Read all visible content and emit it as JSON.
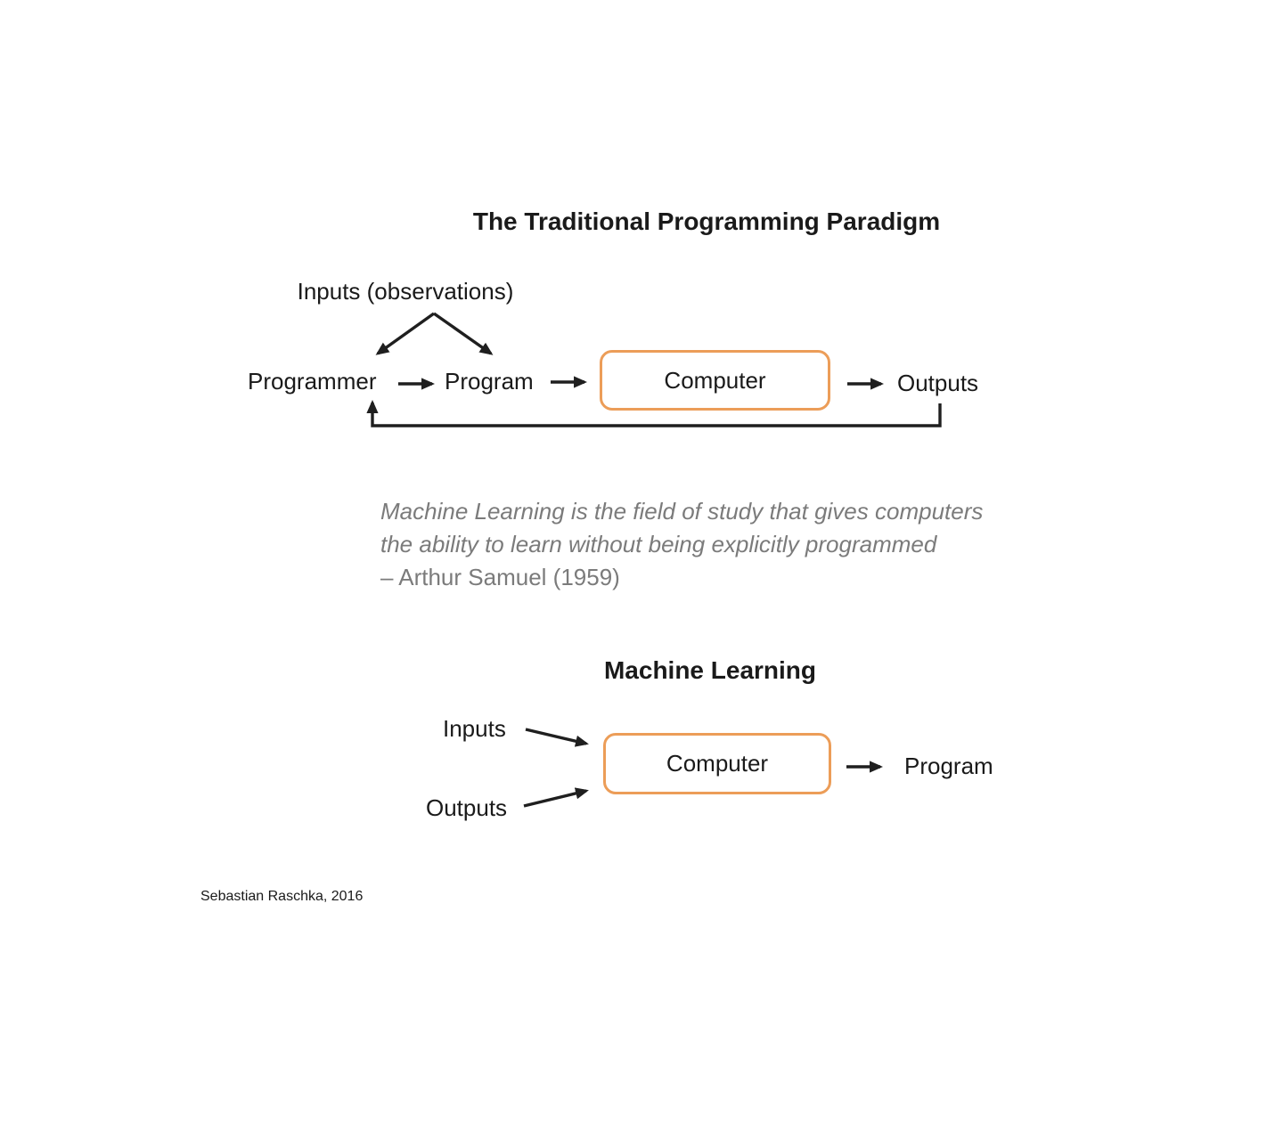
{
  "colors": {
    "text_black": "#1a1a1a",
    "arrow_black": "#1f1f1f",
    "quote_gray": "#7b7b7b",
    "box_border_orange": "#EC9D58"
  },
  "traditional": {
    "title": "The Traditional Programming Paradigm",
    "inputs_label": "Inputs (observations)",
    "programmer_label": "Programmer",
    "program_label": "Program",
    "computer_label": "Computer",
    "outputs_label": "Outputs"
  },
  "quote": {
    "line1": "Machine Learning is the field of study that gives computers",
    "line2": "the ability to learn without being explicitly programmed",
    "attribution": "– Arthur Samuel (1959)"
  },
  "machine_learning": {
    "title": "Machine Learning",
    "inputs_label": "Inputs",
    "outputs_label": "Outputs",
    "computer_label": "Computer",
    "program_label": "Program"
  },
  "footer": {
    "credit": "Sebastian Raschka, 2016"
  }
}
